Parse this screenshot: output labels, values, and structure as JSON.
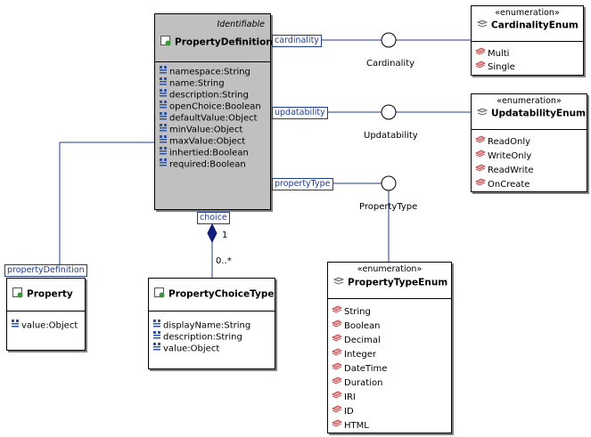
{
  "property_definition": {
    "stereotype": "Identifiable",
    "name": "PropertyDefinition",
    "attributes": [
      "namespace:String",
      "name:String",
      "description:String",
      "openChoice:Boolean",
      "defaultValue:Object",
      "minValue:Object",
      "maxValue:Object",
      "inhertied:Boolean",
      "required:Boolean"
    ]
  },
  "cardinality_enum": {
    "stereotype": "«enumeration»",
    "name": "CardinalityEnum",
    "literals": [
      "Multi",
      "Single"
    ]
  },
  "updatability_enum": {
    "stereotype": "«enumeration»",
    "name": "UpdatabilityEnum",
    "literals": [
      "ReadOnly",
      "WriteOnly",
      "ReadWrite",
      "OnCreate"
    ]
  },
  "property_type_enum": {
    "stereotype": "«enumeration»",
    "name": "PropertyTypeEnum",
    "literals": [
      "String",
      "Boolean",
      "Decimal",
      "Integer",
      "DateTime",
      "Duration",
      "IRI",
      "ID",
      "HTML"
    ]
  },
  "property": {
    "name": "Property",
    "attributes": [
      "value:Object"
    ]
  },
  "property_choice_type": {
    "name": "PropertyChoiceType",
    "attributes": [
      "displayName:String",
      "description:String",
      "value:Object"
    ]
  },
  "roles": {
    "cardinality": "cardinality",
    "updatability": "updatability",
    "property_type": "propertyType",
    "choice": "choice",
    "property_definition": "propertyDefinition"
  },
  "interfaces": {
    "cardinality": "Cardinality",
    "updatability": "Updatability",
    "property_type": "PropertyType"
  },
  "multiplicities": {
    "choice_owner": "1",
    "choice_target": "0..*"
  },
  "colors": {
    "connector": "#1f3b8f",
    "class_fill_highlight": "#c0c0c0",
    "enum_icon": "#c05050",
    "attribute_icon": "#3050a0"
  }
}
